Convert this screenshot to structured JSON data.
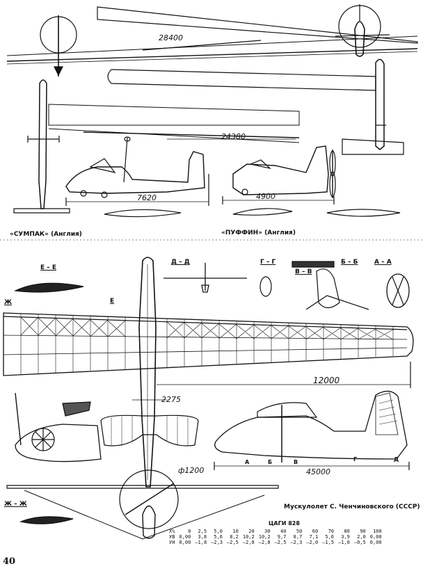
{
  "top_section": {
    "sumpak_caption": "«СУМПАК» (Англия)",
    "puffin_caption": "«ПУФФИН» (Англия)",
    "dims": {
      "puffin_span": "28400",
      "sumpak_span": "24380",
      "sumpak_length": "7620",
      "puffin_length": "4900"
    }
  },
  "bottom_section": {
    "section_labels": {
      "e_e": "Е – Е",
      "zh_left": "Ж",
      "e_marker": "Е",
      "d_d": "Д – Д",
      "g_g": "Г – Г",
      "v_v": "В – В",
      "b_b": "Б – Б",
      "a_a": "А – А",
      "zh_zh": "Ж – Ж",
      "a_marker": "А",
      "b_marker": "Б",
      "v_marker": "В",
      "g_marker": "Г",
      "d_marker": "Д"
    },
    "dims": {
      "wing_half_span": "12000",
      "cockpit": "2275",
      "length": "45000",
      "prop_diameter": "ф1200"
    },
    "caption": "Мускулолет С. Ченчиновского (СССР)"
  },
  "airfoil_table": {
    "title": "ЦАГИ 828",
    "rows": [
      {
        "label": "Х%",
        "values": [
          "0",
          "2,5",
          "5,0",
          "10",
          "20",
          "30",
          "40",
          "50",
          "60",
          "70",
          "80",
          "90",
          "100"
        ]
      },
      {
        "label": "УВ",
        "values": [
          "0,00",
          "3,8",
          "5,6",
          "8,2",
          "10,2",
          "10,2",
          "9,7",
          "8,7",
          "7,1",
          "5,6",
          "3,9",
          "2,0",
          "0,00"
        ]
      },
      {
        "label": "УН",
        "values": [
          "0,00",
          "—1,8",
          "—2,3",
          "—2,5",
          "—2,8",
          "—2,8",
          "—2,5",
          "—2,3",
          "—2,0",
          "—1,5",
          "—1,0",
          "—0,5",
          "0,00"
        ]
      }
    ]
  },
  "page_number": "40"
}
